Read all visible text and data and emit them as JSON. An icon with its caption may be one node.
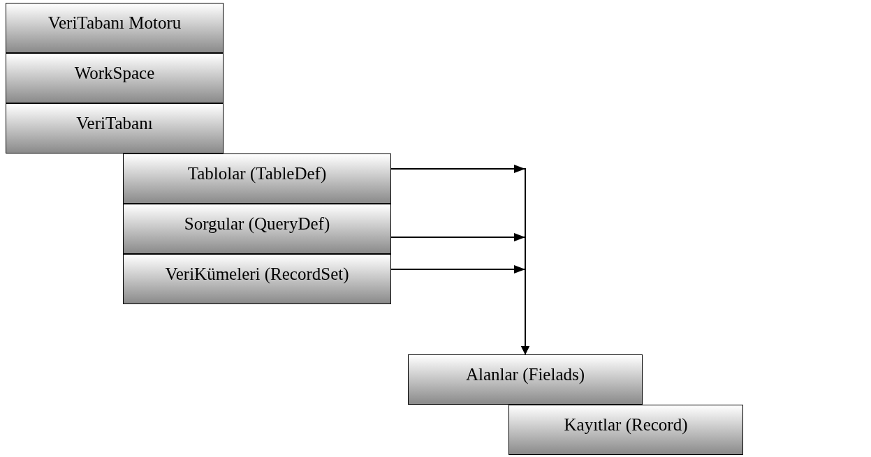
{
  "diagram": {
    "nodes": [
      {
        "text": [
          "VeriTabanı Motoru"
        ]
      },
      {
        "text": [
          "WorkSpace"
        ]
      },
      {
        "text": [
          "VeriTabanı"
        ]
      },
      {
        "text": [
          "Tablolar (TableDef)"
        ]
      },
      {
        "text": [
          "Sorgular (QueryDef)"
        ]
      },
      {
        "text": [
          "VeriKümeleri (RecordSet)"
        ]
      },
      {
        "text": [
          "Alanlar (Fielads)"
        ]
      },
      {
        "text": [
          "Kayıtlar (Record)"
        ]
      }
    ],
    "edges": [
      {
        "from": 3,
        "to": 6,
        "arrow": "to"
      },
      {
        "from": 4,
        "to": 6,
        "arrow": "to"
      },
      {
        "from": 5,
        "to": 6,
        "arrow": "to"
      }
    ]
  }
}
